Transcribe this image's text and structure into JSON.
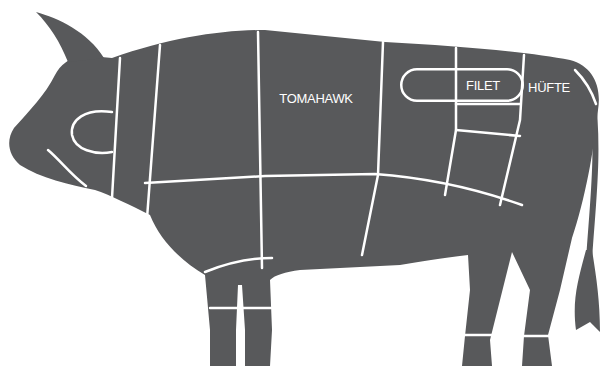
{
  "diagram": {
    "nodes": [
      {
        "text": [
          "TOMAHAWK"
        ]
      },
      {
        "text": [
          "FILET"
        ]
      },
      {
        "text": [
          "HÜFTE"
        ]
      }
    ]
  }
}
